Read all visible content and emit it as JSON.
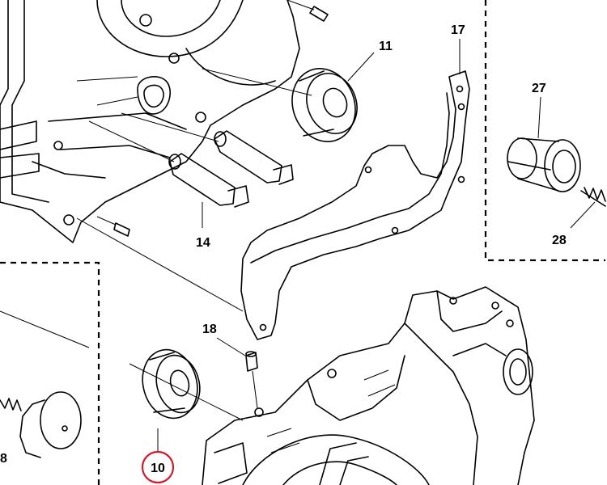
{
  "callouts": {
    "c10": "10",
    "c11": "11",
    "c14": "14",
    "c17": "17",
    "c18": "18",
    "c27": "27",
    "c28": "28",
    "c8": "8"
  },
  "colors": {
    "line": "#000000",
    "highlight": "#d11a2a",
    "background": "#ffffff"
  }
}
